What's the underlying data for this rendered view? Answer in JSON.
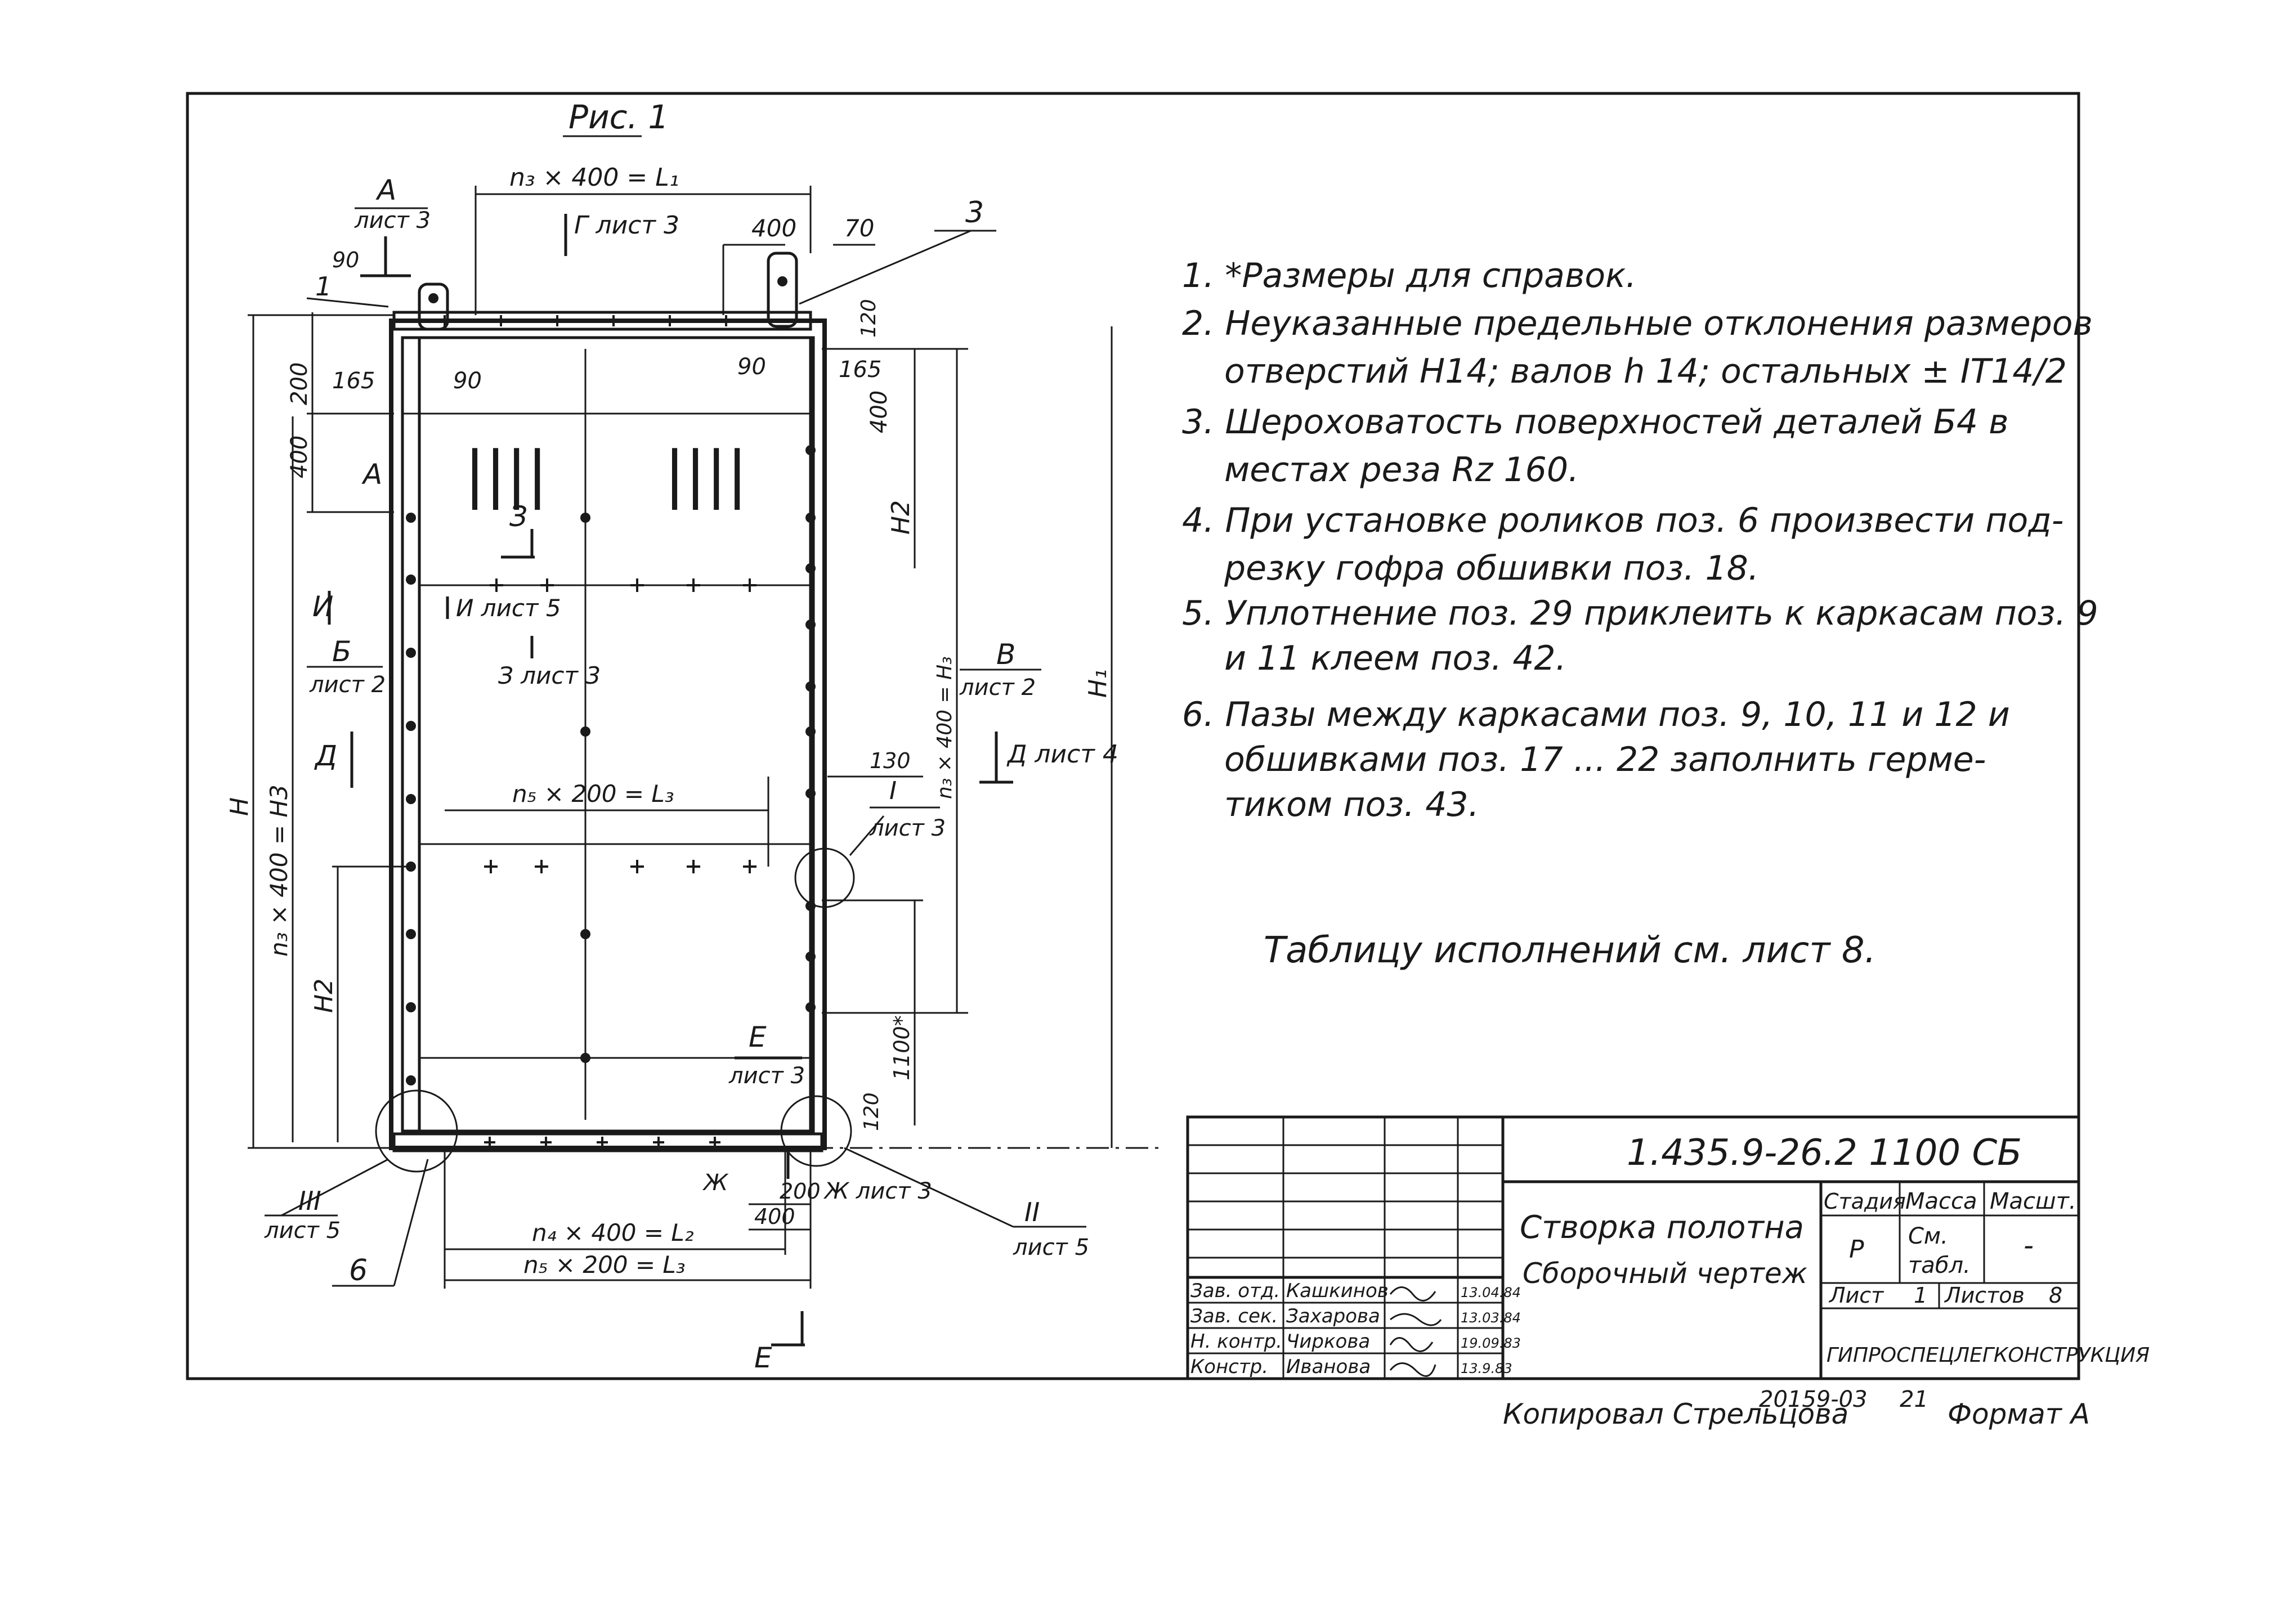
{
  "drawing": {
    "figure_label": "Рис. 1",
    "dims": {
      "top_width": "n₃ × 400 = L₁",
      "d400_top": "400",
      "d70_top": "70",
      "d90_left": "90",
      "d165_left": "165",
      "d90_left2": "90",
      "d165_right": "165",
      "d90_right": "90",
      "d120_top": "120",
      "d200_left": "200",
      "d400_left": "400",
      "d400_right": "400",
      "h2_top": "H2",
      "h2_bottom": "H2",
      "h_total": "H",
      "h1_total": "H₁",
      "h3_left": "n₃ × 400 = H3",
      "h3_right": "n₃ × 400 = H₃",
      "mid_width": "n₅ × 200 = L₃",
      "d130": "130",
      "d1100": "1100*",
      "d120_bottom": "120",
      "d200_bottom": "200",
      "d400_bottom": "400",
      "bottom_width1": "n₄ × 400 = L₂",
      "bottom_width2": "n₅ × 200 = L₃"
    },
    "callouts": {
      "pos1": "1",
      "pos3": "3",
      "pos6": "6",
      "view_a_letter": "А",
      "view_a_sheet": "лист 3",
      "view_g": "Г лист 3",
      "view_a2": "А",
      "view_z_num": "З",
      "view_z_sheet": "З лист 3",
      "view_i": "И",
      "view_i_sheet": "И лист 5",
      "view_b_letter": "Б",
      "view_b_sheet": "лист 2",
      "view_d": "Д",
      "view_v_letter": "В",
      "view_v_sheet": "лист 2",
      "view_d_sheet": "Д лист 4",
      "sec_I": "I",
      "sec_I_sheet": "лист 3",
      "view_e_letter": "Е",
      "view_e_sheet": "лист 3",
      "view_zh": "Ж",
      "view_zh_sheet": "Ж лист 3",
      "sec_III": "III",
      "sec_III_sheet": "лист 5",
      "sec_II": "II",
      "sec_II_sheet": "лист 5",
      "view_e_bottom": "Е"
    },
    "hatch_marks": "||||"
  },
  "notes": [
    "1. *Размеры для справок.",
    "2. Неуказанные предельные отклонения размеров",
    "отверстий H14; валов h 14; остальных ± IT14/2",
    "3. Шероховатость поверхностей деталей Б4 в",
    "местах реза Rz 160.",
    "4. При установке роликов поз. 6 произвести под-",
    "резку гофра обшивки поз. 18.",
    "5. Уплотнение поз. 29 приклеить к каркасам поз. 9",
    "и 11 клеем поз. 42.",
    "6. Пазы между каркасами поз. 9, 10, 11 и 12 и",
    "обшивками поз. 17 ... 22 заполнить герме-",
    "тиком поз. 43."
  ],
  "table_note": "Таблицу исполнений см. лист 8.",
  "title_block": {
    "doc_code": "1.435.9-26.2 1100 СБ",
    "title_line1": "Створка полотна",
    "title_line2": "Сборочный чертеж",
    "hdr_stage": "Стадия",
    "hdr_mass": "Масса",
    "hdr_scale": "Масшт.",
    "stage": "Р",
    "mass_line1": "См.",
    "mass_line2": "табл.",
    "scale": "-",
    "sheet_label": "Лист",
    "sheet_no": "1",
    "sheets_label": "Листов",
    "sheets_total": "8",
    "org": "ГИПРОСПЕЦЛЕГКОНСТРУКЦИЯ",
    "signatures": [
      {
        "role": "Зав. отд.",
        "name": "Кашкинов",
        "date": "13.04.84"
      },
      {
        "role": "Зав. сек.",
        "name": "Захарова",
        "date": "13.03.84"
      },
      {
        "role": "Н. контр.",
        "name": "Чиркова",
        "date": "19.09.83"
      },
      {
        "role": "Констр.",
        "name": "Иванова",
        "date": "13.9.83"
      }
    ]
  },
  "footer": {
    "copied": "Копировал Стрельцова",
    "inventory": "20159-03",
    "page": "21",
    "format": "Формат А"
  }
}
